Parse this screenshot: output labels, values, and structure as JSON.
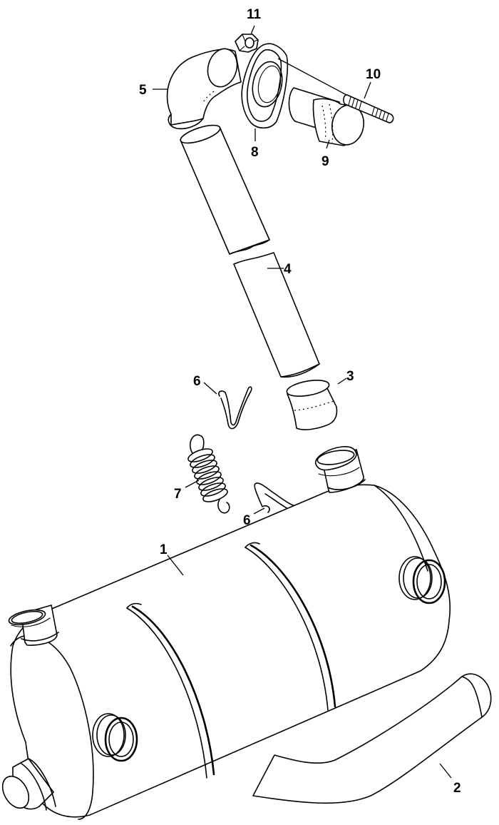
{
  "diagram": {
    "type": "exploded-parts-diagram",
    "subject": "Exhaust muffler assembly",
    "background_color": "#ffffff",
    "line_color": "#000000",
    "callouts": [
      {
        "id": "1",
        "label": "1",
        "part": "muffler"
      },
      {
        "id": "2",
        "label": "2",
        "part": "exhaust hose / tailpipe"
      },
      {
        "id": "3",
        "label": "3",
        "part": "pipe coupler sleeve"
      },
      {
        "id": "4",
        "label": "4",
        "part": "exhaust pipe"
      },
      {
        "id": "5",
        "label": "5",
        "part": "elbow"
      },
      {
        "id": "6a",
        "label": "6",
        "part": "retaining clip (upper)"
      },
      {
        "id": "6b",
        "label": "6",
        "part": "retaining clip (lower)"
      },
      {
        "id": "7",
        "label": "7",
        "part": "tension spring"
      },
      {
        "id": "8",
        "label": "8",
        "part": "flange gasket"
      },
      {
        "id": "9",
        "label": "9",
        "part": "flange adapter pipe"
      },
      {
        "id": "10",
        "label": "10",
        "part": "stud"
      },
      {
        "id": "11",
        "label": "11",
        "part": "nut"
      }
    ]
  }
}
